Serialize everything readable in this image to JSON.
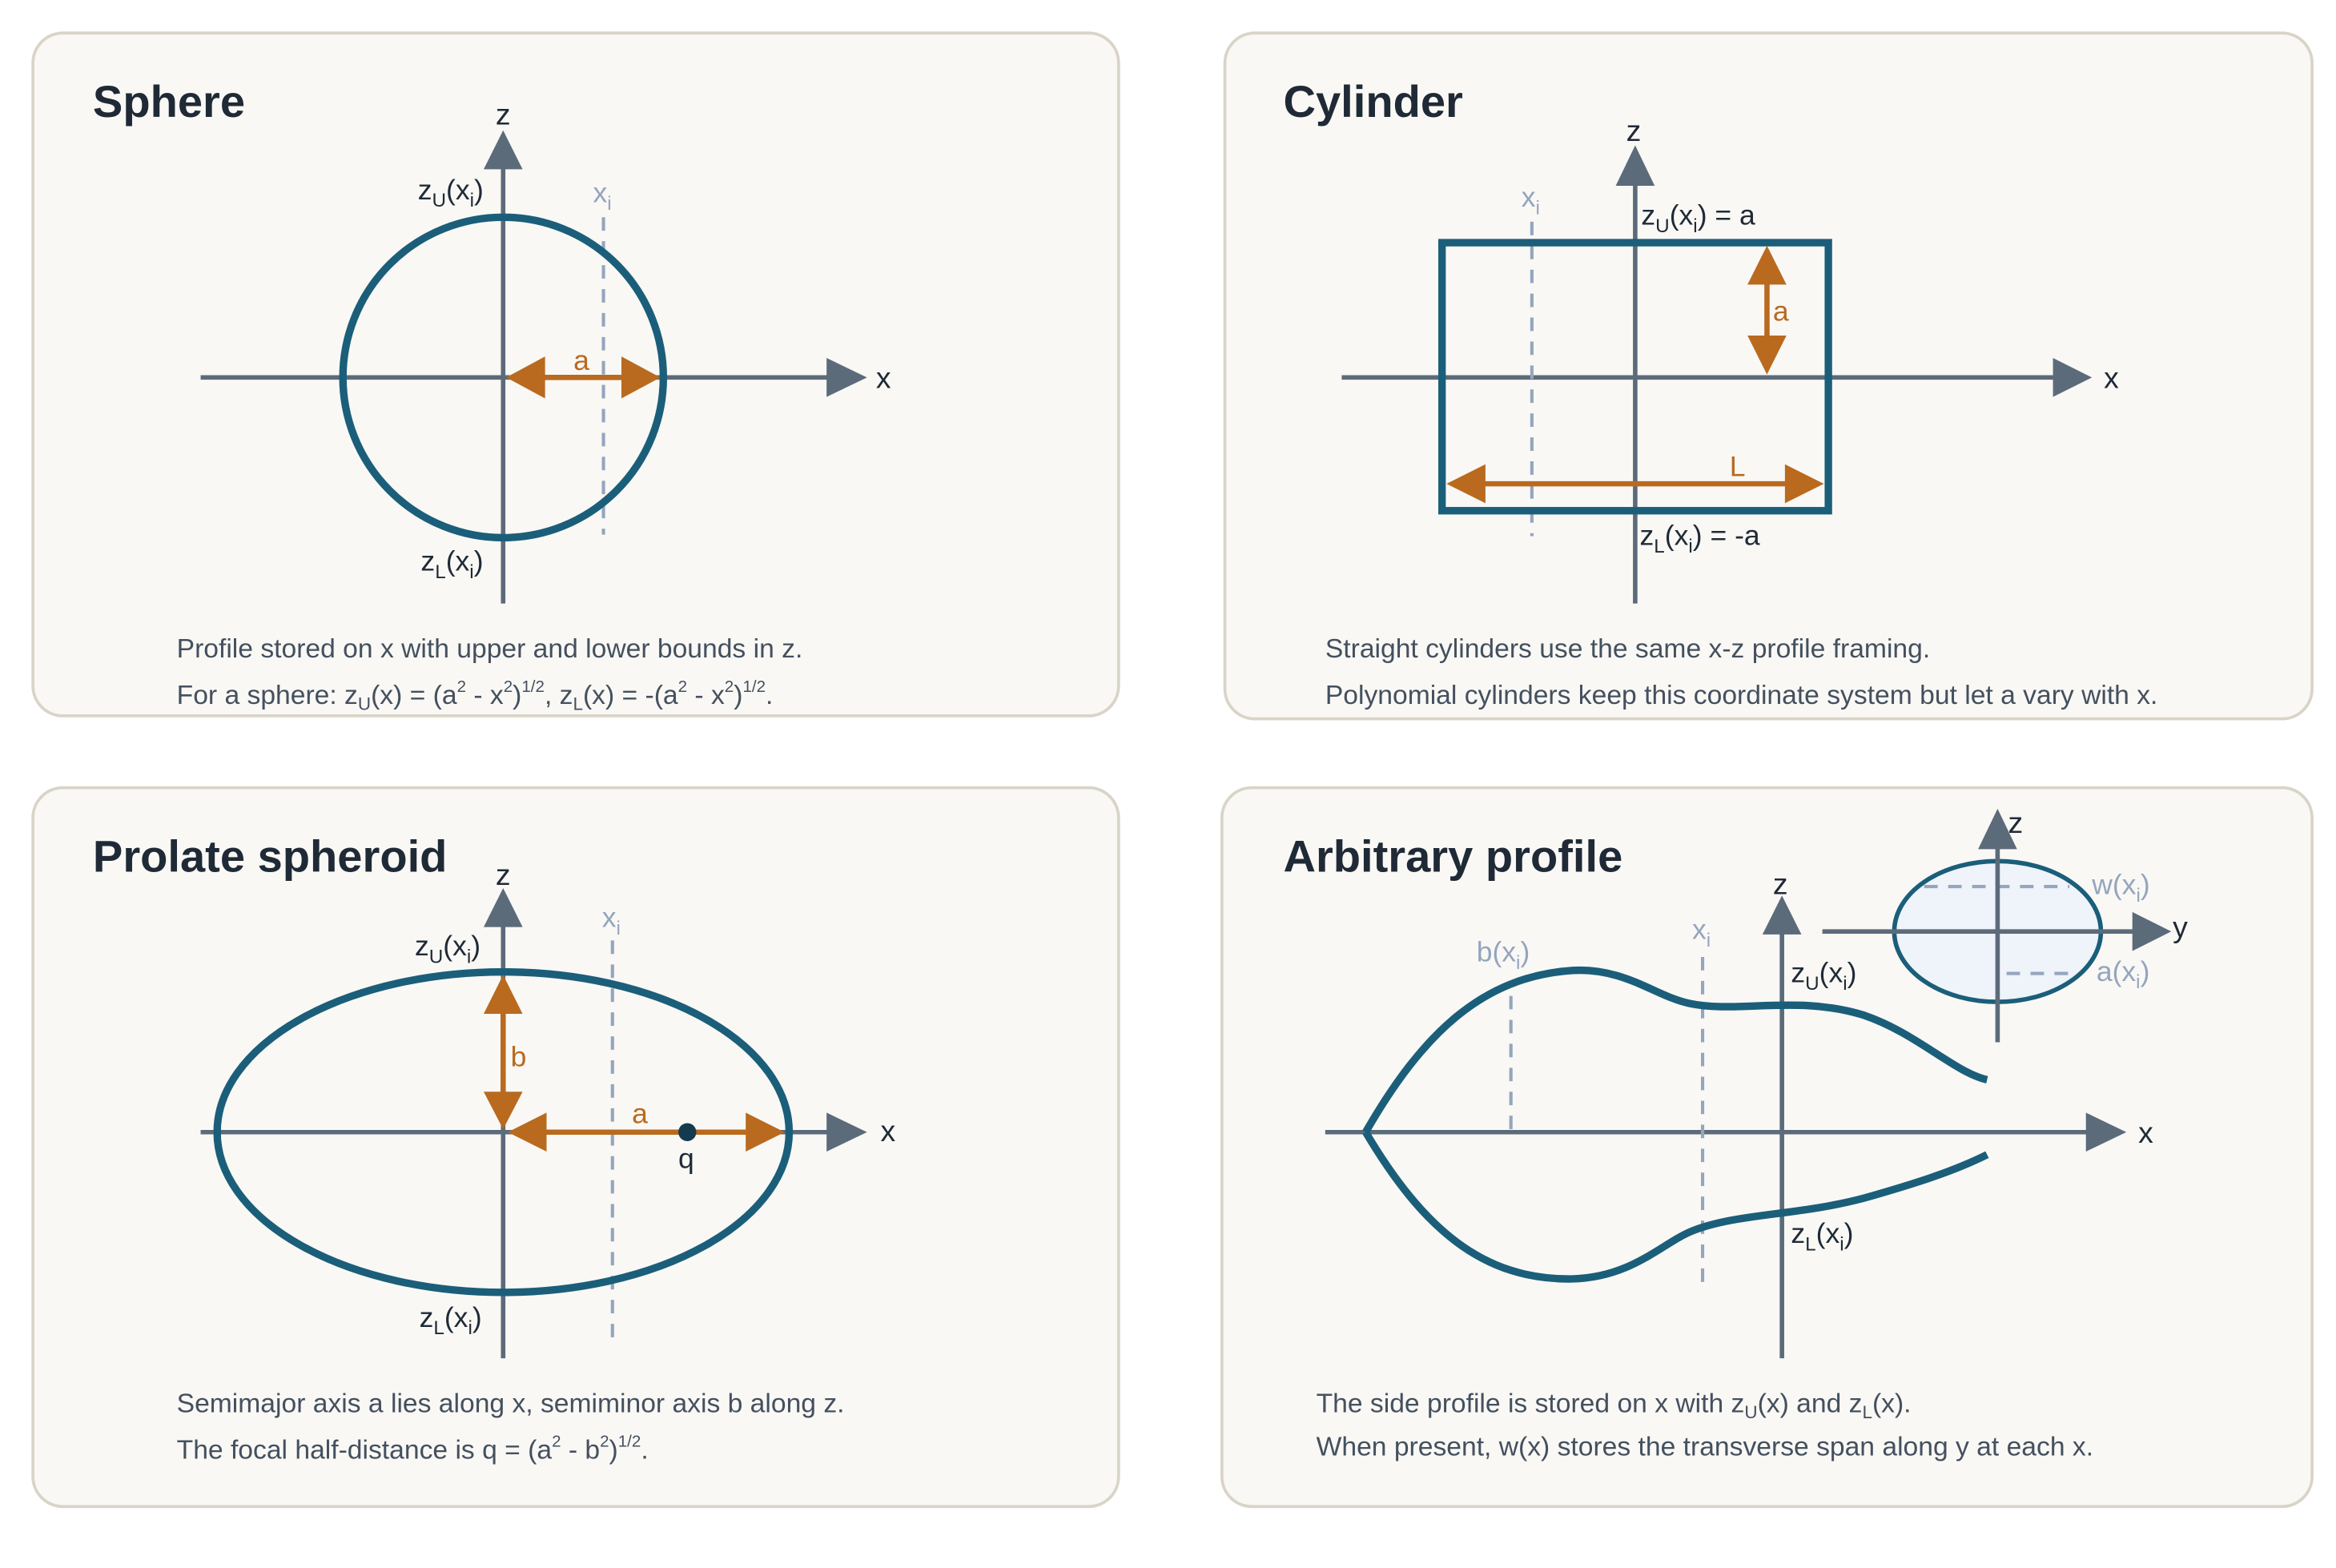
{
  "colors": {
    "card_bg": "#f9f8f5",
    "card_border": "#d9d4c7",
    "title": "#1f2a36",
    "axis": "#5c6b7a",
    "shape": "#1b5e7a",
    "dimension": "#b96a1f",
    "reference_line": "#95a5bd",
    "caption": "#44505e",
    "cross_section_fill": "#eef4f9",
    "focus_point": "#143a4e"
  },
  "panels": {
    "sphere": {
      "title": "Sphere",
      "axis_x": "x",
      "axis_z": "z",
      "upper_label": {
        "base": "z",
        "sub": "U",
        "open": "(x",
        "sub2": "i",
        "close": ")"
      },
      "lower_label": {
        "base": "z",
        "sub": "L",
        "open": "(x",
        "sub2": "i",
        "close": ")"
      },
      "station_label": {
        "base": "x",
        "sub": "i"
      },
      "radius_label": "a",
      "caption": {
        "line1": "Profile stored on x with upper and lower bounds in z.",
        "line2": {
          "p1": "For a sphere: z",
          "s1": "U",
          "p2": "(x) = (a",
          "e1": "2",
          "p3": " - x",
          "e2": "2",
          "p4": ")",
          "e3": "1/2",
          "p5": ", z",
          "s2": "L",
          "p6": "(x) = -(a",
          "e4": "2",
          "p7": " - x",
          "e5": "2",
          "p8": ")",
          "e6": "1/2",
          "p9": "."
        }
      }
    },
    "cylinder": {
      "title": "Cylinder",
      "axis_x": "x",
      "axis_z": "z",
      "upper_label": {
        "base": "z",
        "sub": "U",
        "open": "(x",
        "sub2": "i",
        "close": ") = a"
      },
      "lower_label": {
        "base": "z",
        "sub": "L",
        "open": "(x",
        "sub2": "i",
        "close": ") = -a"
      },
      "station_label": {
        "base": "x",
        "sub": "i"
      },
      "radius_label": "a",
      "length_label": "L",
      "caption": {
        "line1": "Straight cylinders use the same x-z profile framing.",
        "line2": "Polynomial cylinders keep this coordinate system but let a vary with x."
      }
    },
    "prolate": {
      "title": "Prolate spheroid",
      "axis_x": "x",
      "axis_z": "z",
      "upper_label": {
        "base": "z",
        "sub": "U",
        "open": "(x",
        "sub2": "i",
        "close": ")"
      },
      "lower_label": {
        "base": "z",
        "sub": "L",
        "open": "(x",
        "sub2": "i",
        "close": ")"
      },
      "station_label": {
        "base": "x",
        "sub": "i"
      },
      "semimajor_label": "a",
      "semiminor_label": "b",
      "focus_label": "q",
      "caption": {
        "line1": "Semimajor axis a lies along x, semiminor axis b along z.",
        "line2": {
          "p1": "The focal half-distance is q = (a",
          "e1": "2",
          "p2": " - b",
          "e2": "2",
          "p3": ")",
          "e3": "1/2",
          "p4": "."
        }
      }
    },
    "arbitrary": {
      "title": "Arbitrary profile",
      "axis_x": "x",
      "axis_z": "z",
      "upper_label": {
        "base": "z",
        "sub": "U",
        "open": "(x",
        "sub2": "i",
        "close": ")"
      },
      "lower_label": {
        "base": "z",
        "sub": "L",
        "open": "(x",
        "sub2": "i",
        "close": ")"
      },
      "station_label": {
        "base": "x",
        "sub": "i"
      },
      "b_label": {
        "open": "b(x",
        "sub": "i",
        "close": ")"
      },
      "inset": {
        "axis_y": "y",
        "axis_z": "z",
        "w_label": {
          "open": "w(x",
          "sub": "i",
          "close": ")"
        },
        "a_label": {
          "open": "a(x",
          "sub": "i",
          "close": ")"
        }
      },
      "caption": {
        "line1": {
          "p1": "The side profile is stored on x with z",
          "s1": "U",
          "p2": "(x) and z",
          "s2": "L",
          "p3": "(x)."
        },
        "line2": "When present, w(x) stores the transverse span along y at each x."
      }
    }
  }
}
